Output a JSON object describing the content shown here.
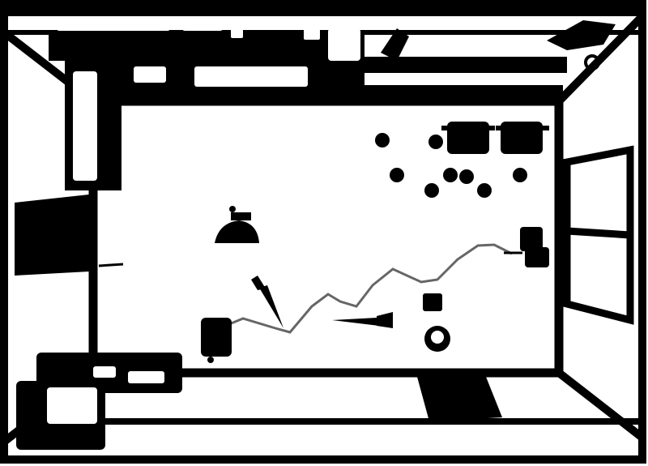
{
  "scene": {
    "type": "top-down kitchen silhouette",
    "colors": {
      "background": "#ffffff",
      "walls": "#000000",
      "path": "#666666"
    },
    "objects": [
      {
        "name": "kettle"
      },
      {
        "name": "carrot-left"
      },
      {
        "name": "carrot-right"
      },
      {
        "name": "toaster"
      },
      {
        "name": "mixer"
      },
      {
        "name": "pot-left"
      },
      {
        "name": "pot-right"
      },
      {
        "name": "cup"
      },
      {
        "name": "clock"
      },
      {
        "name": "dart-left"
      },
      {
        "name": "dart-right"
      }
    ],
    "trajectory": {
      "from": "toaster",
      "to": "mixer"
    }
  }
}
